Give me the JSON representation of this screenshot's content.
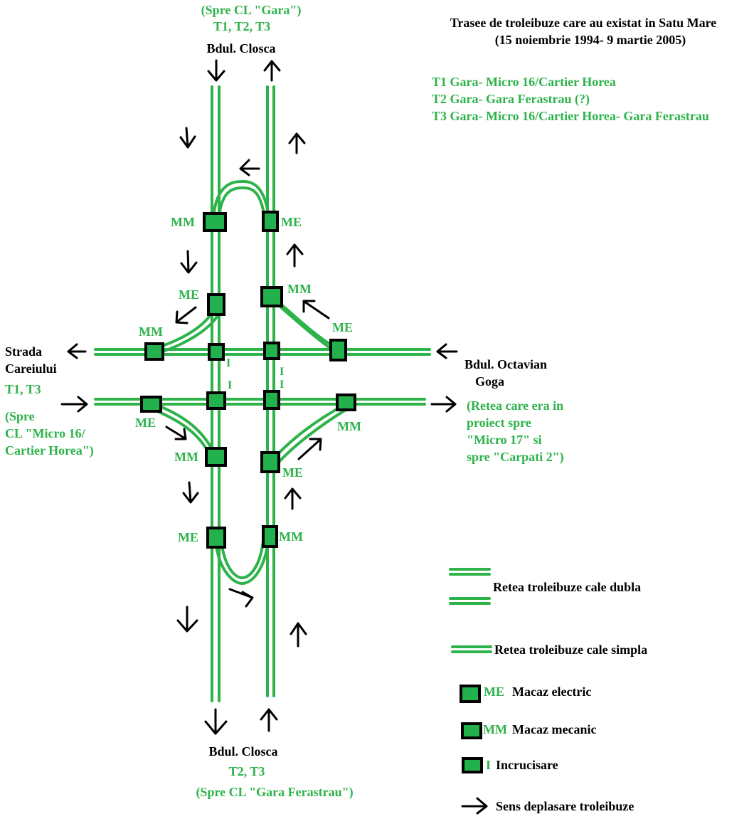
{
  "title": {
    "line1": "Trasee de troleibuze care au existat in Satu Mare",
    "line2": "(15 noiembrie 1994- 9 martie 2005)"
  },
  "routes": [
    "T1 Gara- Micro 16/Cartier Horea",
    "T2 Gara- Gara Ferastrau (?)",
    "T3 Gara- Micro 16/Cartier Horea- Gara Ferastrau"
  ],
  "north": {
    "dest": "(Spre CL \"Gara\")",
    "lines": "T1, T2, T3",
    "street": "Bdul. Closca"
  },
  "south": {
    "street": "Bdul. Closca",
    "lines": "T2, T3",
    "dest": "(Spre CL \"Gara Ferastrau\")"
  },
  "west": {
    "street_1": "Strada",
    "street_2": "Careiului",
    "lines": "T1, T3",
    "dest_1": "(Spre",
    "dest_2": "CL \"Micro 16/",
    "dest_3": "Cartier Horea\")"
  },
  "east": {
    "street_1": "Bdul. Octavian",
    "street_2": "Goga",
    "note_1": "(Retea care era in",
    "note_2": "proiect spre",
    "note_3": "\"Micro 17\" si",
    "note_4": "spre \"Carpati 2\")"
  },
  "switch_labels": {
    "ne_top_left": "MM",
    "ne_top_right": "ME",
    "upper_left": "ME",
    "upper_right": "MM",
    "west_top": "MM",
    "east_top": "ME",
    "west_bottom": "ME",
    "east_bottom": "MM",
    "lower_left": "MM",
    "lower_right": "ME",
    "bottom_left": "ME",
    "bottom_right": "MM",
    "cross_1": "I",
    "cross_2": "I",
    "cross_3": "I",
    "cross_4": "I"
  },
  "legend": {
    "double": "Retea troleibuze cale dubla",
    "single": "Retea troleibuze cale simpla",
    "me_code": "ME",
    "me_text": "Macaz electric",
    "mm_code": "MM",
    "mm_text": "Macaz mecanic",
    "i_code": "I",
    "i_text": "Incrucisare",
    "dir_text": "Sens deplasare troleibuze"
  },
  "colors": {
    "wire": "#2db34a",
    "switch_fill": "#22b14c",
    "text": "#000000"
  }
}
